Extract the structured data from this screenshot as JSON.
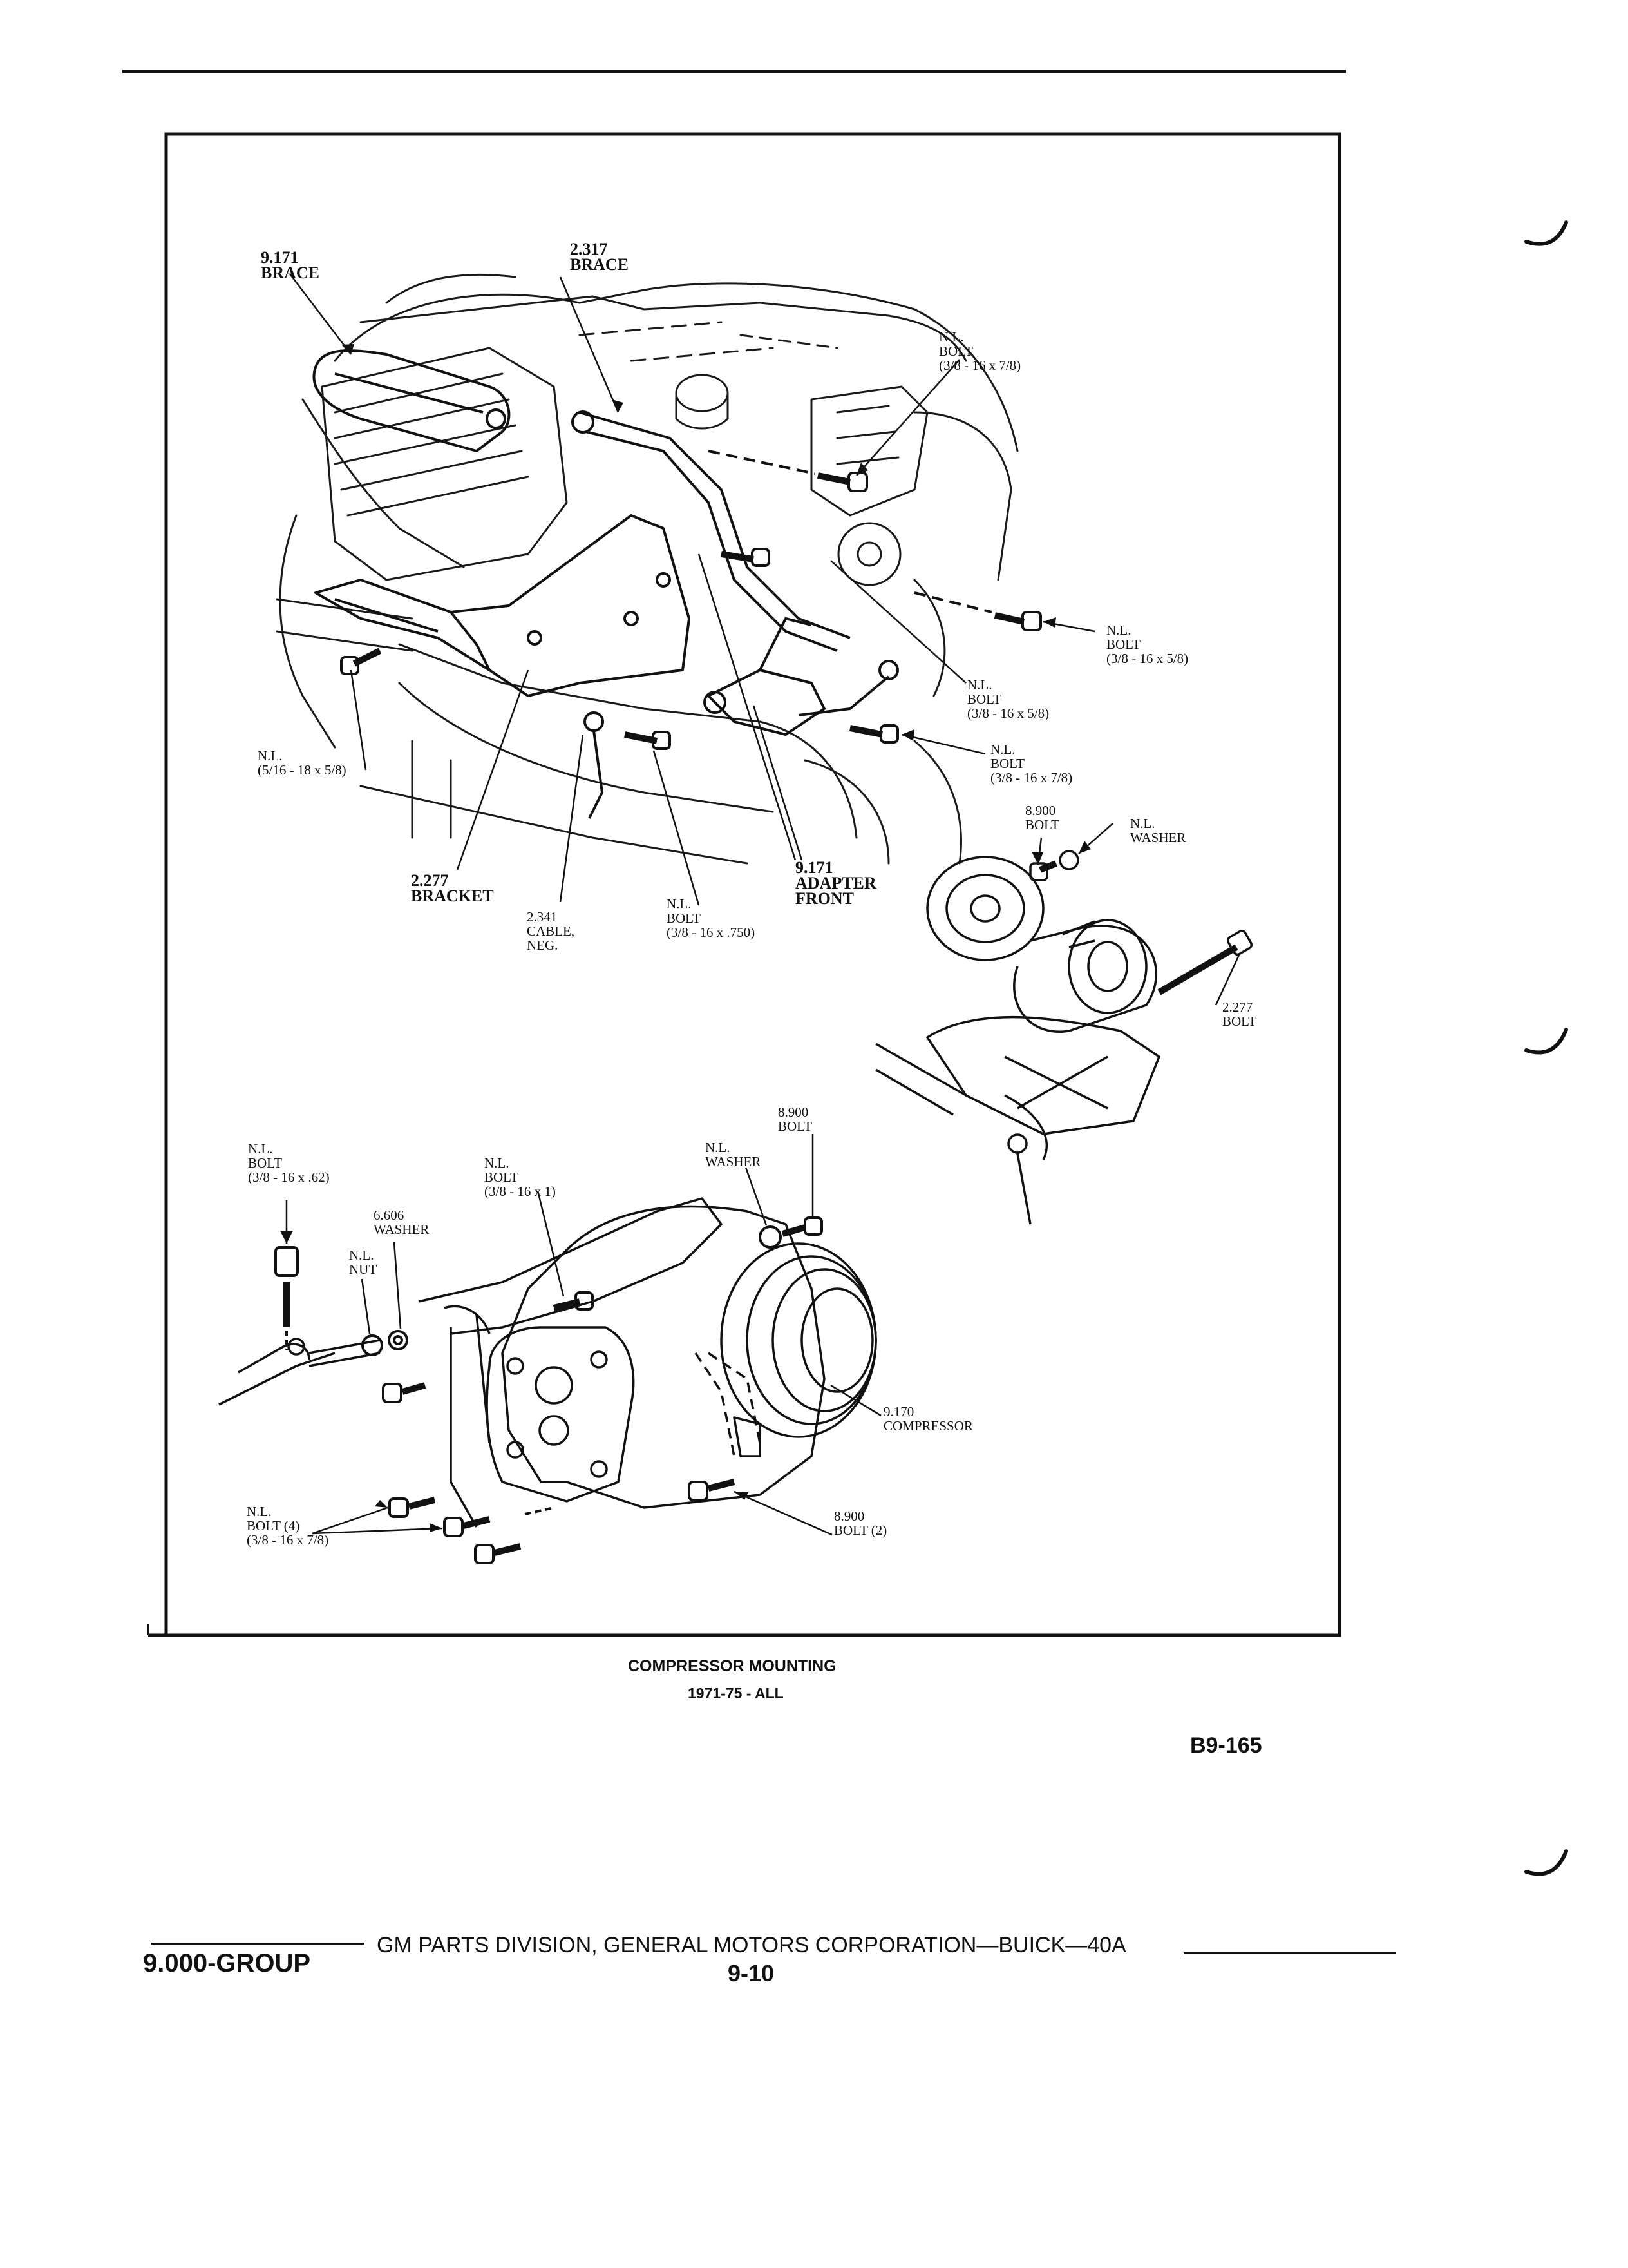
{
  "caption": {
    "title": "COMPRESSOR MOUNTING",
    "years": "1971-75 - ALL",
    "code": "B9-165"
  },
  "footer": {
    "group": "9.000-GROUP",
    "publisher": "GM PARTS DIVISION, GENERAL MOTORS CORPORATION—BUICK—40A",
    "page": "9-10"
  },
  "labels": {
    "brace_9171": [
      "9.171",
      "BRACE"
    ],
    "brace_2317": [
      "2.317",
      "BRACE"
    ],
    "bolt_top": [
      "N.L.",
      "BOLT",
      "(3/8 - 16 x 7/8)"
    ],
    "bolt_right": [
      "N.L.",
      "BOLT",
      "(3/8 - 16 x 5/8)"
    ],
    "bolt_mid": [
      "N.L.",
      "BOLT",
      "(3/8 - 16 x 5/8)"
    ],
    "bolt_lower": [
      "N.L.",
      "BOLT",
      "(3/8 - 16 x 7/8)"
    ],
    "nl_516": [
      "N.L.",
      "(5/16 - 18 x 5/8)"
    ],
    "bracket_2277": [
      "2.277",
      "BRACKET"
    ],
    "cable_2341": [
      "2.341",
      "CABLE,",
      "NEG."
    ],
    "bolt_750": [
      "N.L.",
      "BOLT",
      "(3/8 - 16 x .750)"
    ],
    "adapter_9171": [
      "9.171",
      "ADAPTER",
      "FRONT"
    ],
    "bolt_8900_upper": [
      "8.900",
      "BOLT"
    ],
    "washer_upper": [
      "N.L.",
      "WASHER"
    ],
    "bolt_2277": [
      "2.277",
      "BOLT"
    ],
    "bolt_62": [
      "N.L.",
      "BOLT",
      "(3/8 - 16 x .62)"
    ],
    "washer_6606": [
      "6.606",
      "WASHER"
    ],
    "nut_nl": [
      "N.L.",
      "NUT"
    ],
    "bolt_1": [
      "N.L.",
      "BOLT",
      "(3/8 - 16 x 1)"
    ],
    "washer_lower": [
      "N.L.",
      "WASHER"
    ],
    "bolt_8900_lower": [
      "8.900",
      "BOLT"
    ],
    "compressor_9170": [
      "9.170",
      "COMPRESSOR"
    ],
    "bolt4": [
      "N.L.",
      "BOLT (4)",
      "(3/8 - 16 x 7/8)"
    ],
    "bolt2_8900": [
      "8.900",
      "BOLT (2)"
    ]
  }
}
